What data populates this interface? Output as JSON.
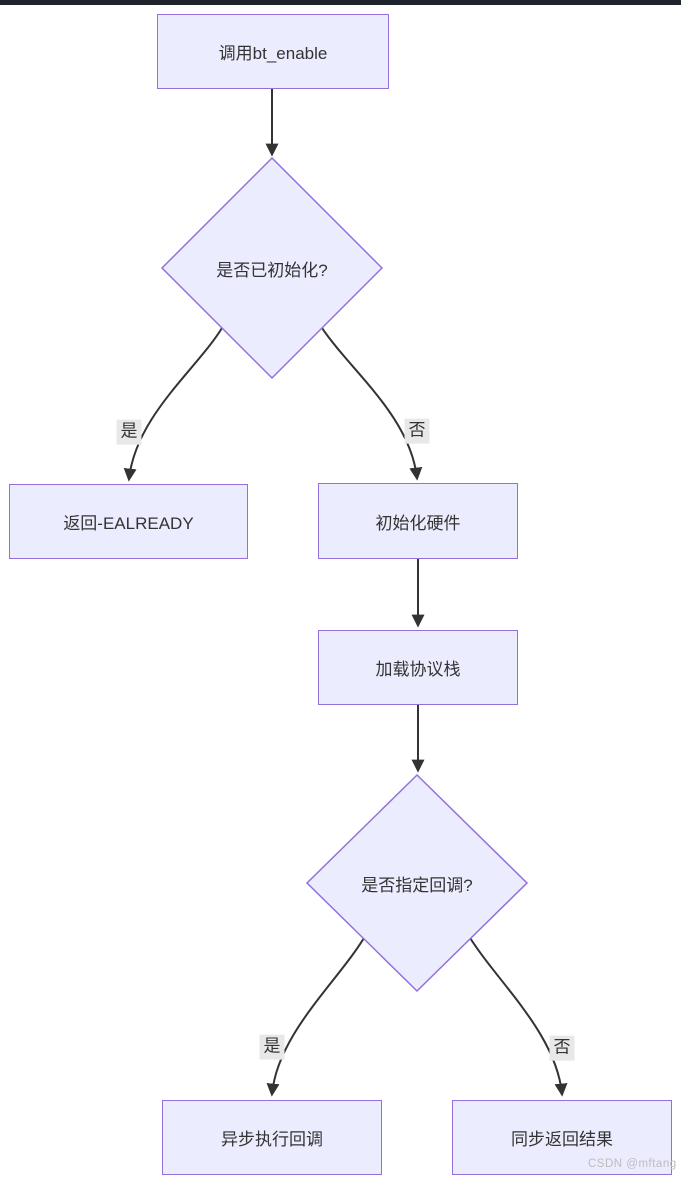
{
  "page": {
    "background": "#ffffff",
    "top_bar_color": "#1f242c"
  },
  "diagram": {
    "type": "flowchart",
    "direction": "top-down",
    "style": {
      "node_fill": "#ECECFF",
      "node_border": "#9370DB",
      "edge_color": "#333333",
      "edge_label_bg": "#e8e8e8",
      "text_color": "#333333"
    },
    "nodes": [
      {
        "id": "A",
        "shape": "rect",
        "label": "调用bt_enable"
      },
      {
        "id": "B",
        "shape": "diamond",
        "label": "是否已初始化?"
      },
      {
        "id": "C",
        "shape": "rect",
        "label": "返回-EALREADY"
      },
      {
        "id": "D",
        "shape": "rect",
        "label": "初始化硬件"
      },
      {
        "id": "E",
        "shape": "rect",
        "label": "加载协议栈"
      },
      {
        "id": "F",
        "shape": "diamond",
        "label": "是否指定回调?"
      },
      {
        "id": "G",
        "shape": "rect",
        "label": "异步执行回调"
      },
      {
        "id": "H",
        "shape": "rect",
        "label": "同步返回结果"
      }
    ],
    "edges": [
      {
        "from": "A",
        "to": "B",
        "label": ""
      },
      {
        "from": "B",
        "to": "C",
        "label": "是"
      },
      {
        "from": "B",
        "to": "D",
        "label": "否"
      },
      {
        "from": "D",
        "to": "E",
        "label": ""
      },
      {
        "from": "E",
        "to": "F",
        "label": ""
      },
      {
        "from": "F",
        "to": "G",
        "label": "是"
      },
      {
        "from": "F",
        "to": "H",
        "label": "否"
      }
    ]
  },
  "watermark": "CSDN @mftang"
}
